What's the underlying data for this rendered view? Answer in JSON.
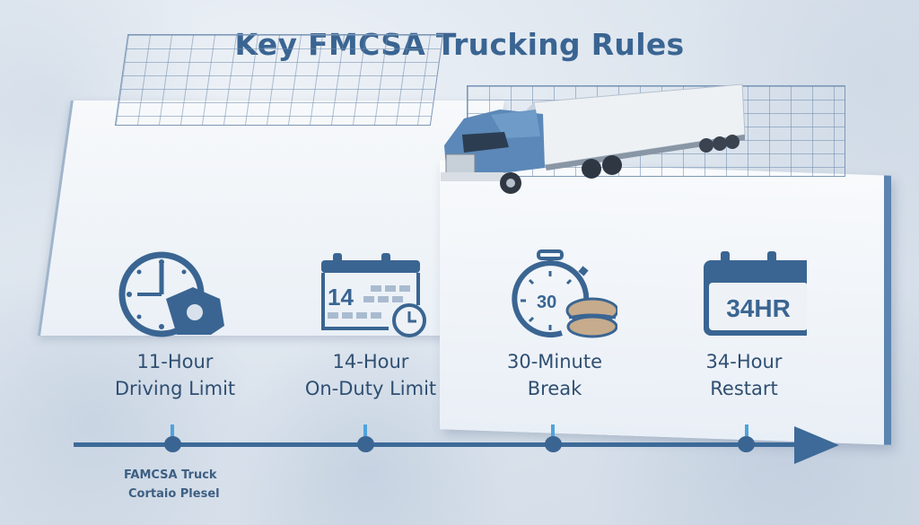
{
  "title": "Key FMCSA Trucking Rules",
  "rules": [
    {
      "label_line1": "11-Hour",
      "label_line2": "Driving Limit",
      "icon": "clock-steering-wheel-icon"
    },
    {
      "label_line1": "14-Hour",
      "label_line2": "On-Duty Limit",
      "icon": "calendar-clock-icon",
      "icon_text": "14"
    },
    {
      "label_line1": "30-Minute",
      "label_line2": "Break",
      "icon": "stopwatch-sandwich-icon",
      "icon_text": "30"
    },
    {
      "label_line1": "34-Hour",
      "label_line2": "Restart",
      "icon": "calendar-icon",
      "icon_text": "34HR"
    }
  ],
  "footnote": {
    "line1": "FAMCSA Truck",
    "line2": "Cortaio Plesel"
  },
  "colors": {
    "primary": "#3a6592",
    "accent": "#4fa3dc",
    "text": "#2f4f72",
    "sandwich": "#c6ab8c"
  }
}
